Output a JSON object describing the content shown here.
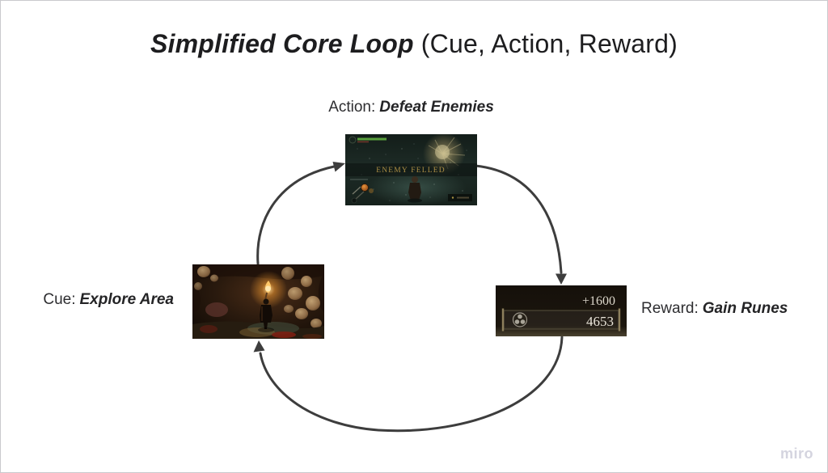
{
  "title": {
    "emphasis": "Simplified Core Loop",
    "rest": "(Cue, Action, Reward)"
  },
  "nodes": {
    "action": {
      "prefix": "Action:",
      "name": "Defeat Enemies",
      "screenshot": {
        "description": "elden-ring-enemy-felled-screenshot",
        "banner_text": "ENEMY FELLED"
      }
    },
    "cue": {
      "prefix": "Cue:",
      "name": "Explore Area",
      "screenshot": {
        "description": "cave-exploration-torch-screenshot"
      }
    },
    "reward": {
      "prefix": "Reward:",
      "name": "Gain Runes",
      "screenshot": {
        "description": "rune-counter-screenshot",
        "runes_gained": "+1600",
        "runes_total": "4653",
        "icon": "rune-emblem-icon"
      }
    }
  },
  "connectors": [
    {
      "from": "cue",
      "to": "action"
    },
    {
      "from": "action",
      "to": "reward"
    },
    {
      "from": "reward",
      "to": "cue"
    }
  ],
  "watermark": "miro",
  "colors": {
    "arrow": "#3d3d3d",
    "title_text": "#1d1d1f",
    "label_text": "#2d2d30",
    "banner_gold": "#ad8f45",
    "watermark": "#d4d4df",
    "frame_border": "#c9c9cd"
  }
}
